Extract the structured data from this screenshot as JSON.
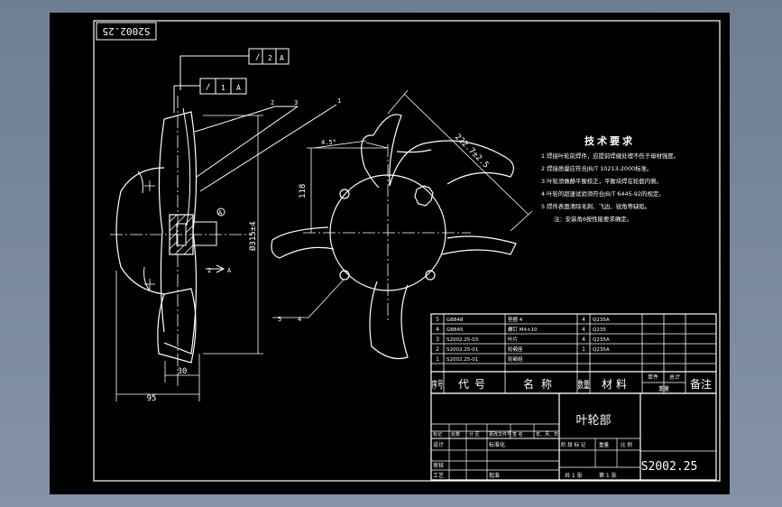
{
  "drawing_number_rotated": "S2002.25",
  "tolerance_frame_top": {
    "symbol": "/",
    "value": "2",
    "datum": "A"
  },
  "tolerance_frame_mid": {
    "symbol": "/",
    "value": "1",
    "datum": "A"
  },
  "balloons": [
    "1",
    "2",
    "3",
    "4",
    "5"
  ],
  "dims": {
    "diameter": "Ø315±4",
    "height": "118",
    "angle": "4.5°",
    "chord": "222.7±2.5",
    "width_95": "95",
    "width_30": "30",
    "section_label": "A",
    "view_label": "2"
  },
  "tech_requirements": {
    "title": "技术要求",
    "items": [
      "1 焊接叶轮前焊件，应提前焊缝处理不伤于母材强度。",
      "2 焊接质量应符合JB/T 10213-2000标准。",
      "3 叶轮须做静平衡校正，平衡块焊在轮毂内侧。",
      "4 叶轮的超速试验须符合JB/T 6445-92的规定。",
      "5 焊件表面清除毛刺、飞边、锐角等缺陷。"
    ],
    "note": "注：安装角θ按性能要求确定。"
  },
  "bom": {
    "rows": [
      {
        "no": "5",
        "code": "GB848",
        "name": "垫圈 4",
        "qty": "4",
        "material": "Q235A",
        "remark": ""
      },
      {
        "no": "4",
        "code": "GB845",
        "name": "螺钉 M4×10",
        "qty": "4",
        "material": "Q235",
        "remark": ""
      },
      {
        "no": "3",
        "code": "S2002.25-03",
        "name": "叶片",
        "qty": "4",
        "material": "Q235A",
        "remark": ""
      },
      {
        "no": "2",
        "code": "S2002.25-01",
        "name": "轮毂座",
        "qty": "1",
        "material": "Q235A",
        "remark": ""
      },
      {
        "no": "1",
        "code": "S2002.25-01",
        "name": "轮毂组",
        "qty": "",
        "material": "",
        "remark": ""
      }
    ],
    "headers": {
      "no": "序号",
      "code": "代号",
      "name": "名称",
      "qty": "数量",
      "material": "材料",
      "unit_weight": "单件",
      "total_weight": "总计",
      "weight": "重量",
      "remark": "备注"
    }
  },
  "title_block": {
    "part_name": "叶轮部",
    "drawing_number": "S2002.25",
    "revision_headers": [
      "标记",
      "处数",
      "分 区",
      "更改文件号",
      "签 名",
      "年、月、日"
    ],
    "row_design": "设计",
    "row_std": "标准化",
    "row_review": "审核",
    "row_process": "工艺",
    "row_approve": "批准",
    "stage_headers": [
      "阶 段 标 记",
      "重量",
      "比 例"
    ],
    "sheet_total": "共 1 张",
    "sheet_no": "第 1 张"
  }
}
